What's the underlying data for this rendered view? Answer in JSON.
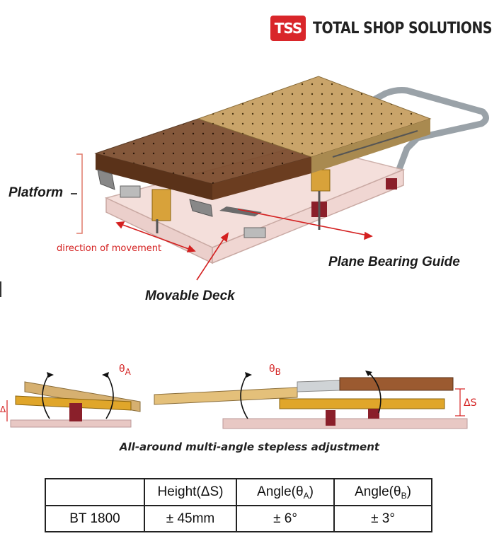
{
  "brand": {
    "badge": "TSS",
    "name": "TOTAL SHOP SOLUTIONS",
    "color": "#d9262a"
  },
  "labels": {
    "platform": "Platform",
    "direction": "direction of movement",
    "plane_bearing_guide": "Plane Bearing Guide",
    "movable_deck": "Movable Deck",
    "theta_a": "θA",
    "theta_b": "θB",
    "delta_s": "ΔS",
    "delta_s_left": "ΔS"
  },
  "caption": "All-around multi-angle stepless adjustment",
  "spec_table": {
    "headers": [
      "",
      "Height(ΔS)",
      "Angle(θA)",
      "Angle(θB)"
    ],
    "rows": [
      [
        "BT 1800",
        "± 45mm",
        "± 6°",
        "± 3°"
      ]
    ]
  },
  "colors": {
    "annotation": "#d42020",
    "wood_dark": "#7a4a2b",
    "wood_light": "#c9a46a",
    "frame": "#e0a62a"
  }
}
